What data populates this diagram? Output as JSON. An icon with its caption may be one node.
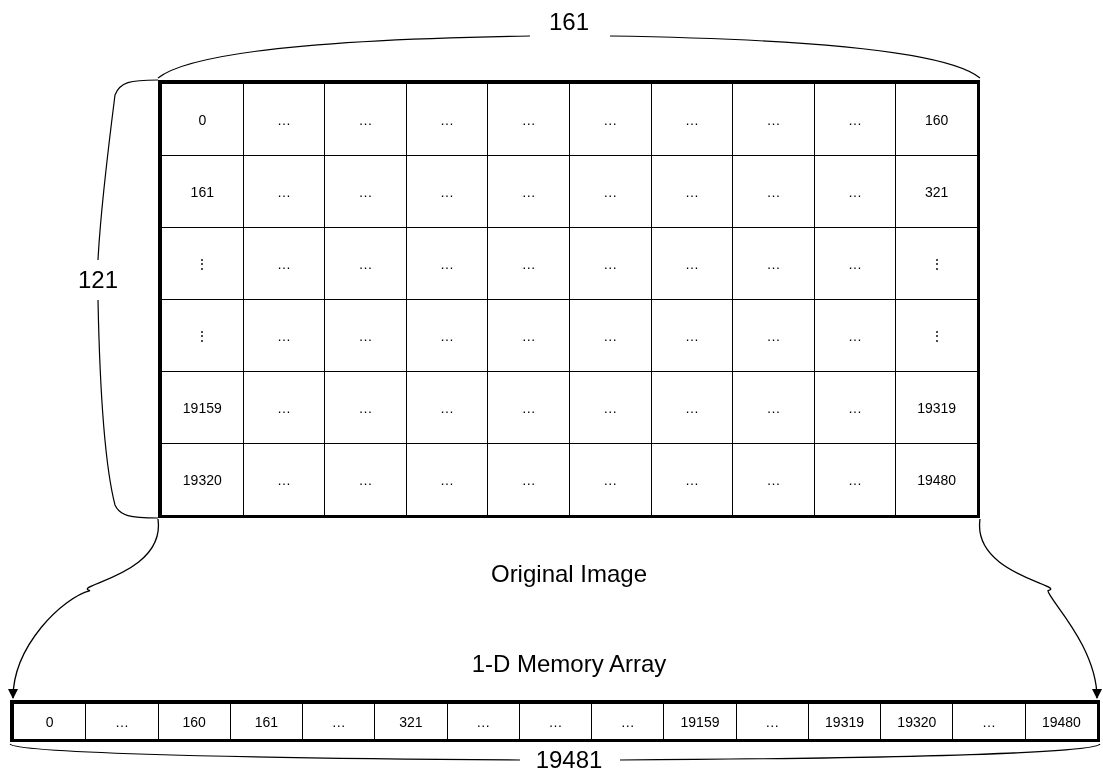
{
  "diagram": {
    "nodes": [
      {
        "text": [],
        "shape": "box",
        "beside": [
          "Original Image"
        ]
      },
      {
        "text": [],
        "shape": "box",
        "beside": [
          "1-D Memory Array"
        ]
      }
    ],
    "edges": [
      {
        "from": 0,
        "to": 1,
        "arrow": "to"
      },
      {
        "from": 0,
        "to": 1,
        "arrow": "to"
      }
    ],
    "labels": [
      "161",
      "121",
      "0",
      "…",
      "…",
      "…",
      "…",
      "…",
      "…",
      "…",
      "…",
      "160",
      "161",
      "…",
      "…",
      "…",
      "…",
      "…",
      "…",
      "…",
      "…",
      "321",
      "⋮",
      "…",
      "…",
      "…",
      "…",
      "…",
      "…",
      "…",
      "…",
      "⋮",
      "⋮",
      "…",
      "…",
      "…",
      "…",
      "…",
      "…",
      "…",
      "…",
      "⋮",
      "19159",
      "…",
      "…",
      "…",
      "…",
      "…",
      "…",
      "…",
      "…",
      "19319",
      "19320",
      "…",
      "…",
      "…",
      "…",
      "…",
      "…",
      "…",
      "…",
      "19480",
      "0",
      "…",
      "160",
      "161",
      "…",
      "321",
      "…",
      "…",
      "…",
      "19159",
      "…",
      "19319",
      "19320",
      "…",
      "19480",
      "19481"
    ]
  }
}
